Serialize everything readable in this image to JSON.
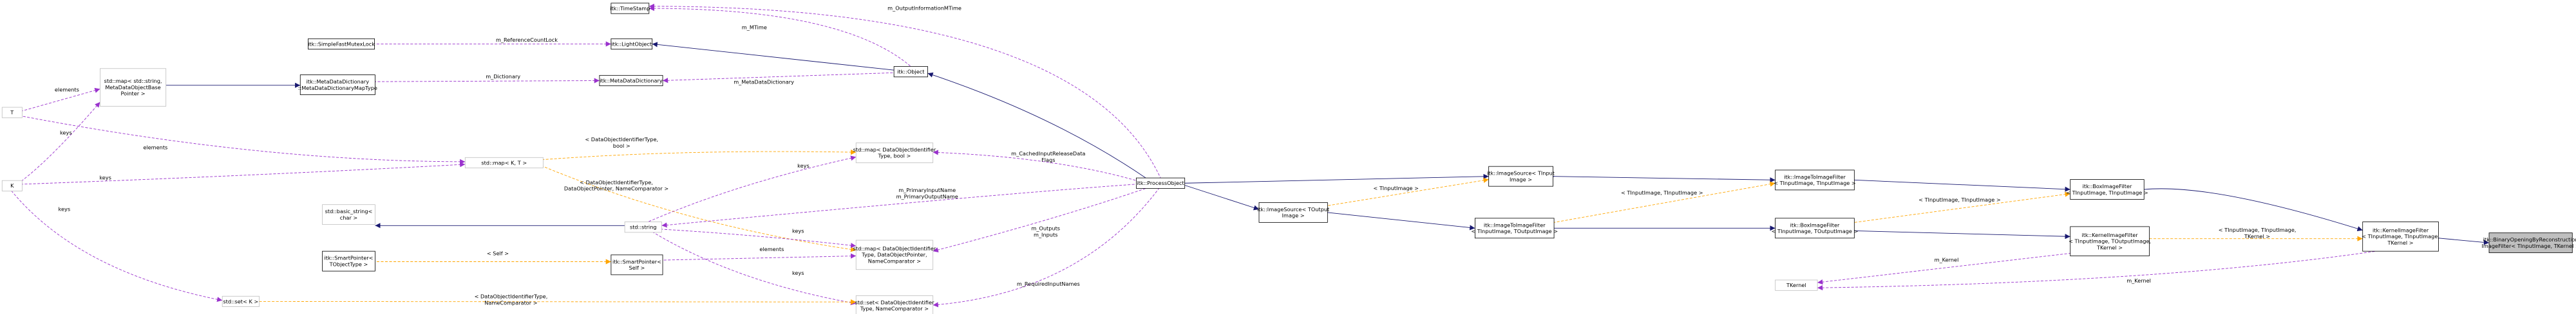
{
  "nodes": [
    {
      "id": "timestamp",
      "lines": [
        "itk::TimeStamp"
      ],
      "ext": false
    },
    {
      "id": "simplefastmutexlock",
      "lines": [
        "itk::SimpleFastMutexLock"
      ],
      "ext": false
    },
    {
      "id": "lightobject",
      "lines": [
        "itk::LightObject"
      ],
      "ext": false
    },
    {
      "id": "metadatadictionary",
      "lines": [
        "itk::MetaDataDictionary"
      ],
      "ext": false
    },
    {
      "id": "object",
      "lines": [
        "itk::Object"
      ],
      "ext": false
    },
    {
      "id": "mdd_maptype",
      "lines": [
        "itk::MetaDataDictionary",
        "::MetaDataDictionaryMapType"
      ],
      "ext": false
    },
    {
      "id": "std_map_mdob",
      "lines": [
        "std::map< std::string,",
        "MetaDataObjectBase",
        "Pointer >"
      ],
      "ext": true
    },
    {
      "id": "T",
      "lines": [
        "T"
      ],
      "ext": true
    },
    {
      "id": "K",
      "lines": [
        "K"
      ],
      "ext": true
    },
    {
      "id": "std_map_kt",
      "lines": [
        "std::map< K, T >"
      ],
      "ext": true
    },
    {
      "id": "std_map_bool",
      "lines": [
        "std::map< DataObjectIdentifier",
        "Type, bool >"
      ],
      "ext": true
    },
    {
      "id": "basic_string",
      "lines": [
        "std::basic_string<",
        "char >"
      ],
      "ext": true
    },
    {
      "id": "std_string",
      "lines": [
        "std::string"
      ],
      "ext": true
    },
    {
      "id": "smartpointer_dataobj",
      "lines": [
        "itk::SmartPointer<",
        "TObjectType >"
      ],
      "ext": false
    },
    {
      "id": "smartpointer_self",
      "lines": [
        "itk::SmartPointer<",
        "Self >"
      ],
      "ext": false
    },
    {
      "id": "std_map_dop",
      "lines": [
        "std::map< DataObjectIdentifier",
        "Type, DataObjectPointer,",
        "NameComparator >"
      ],
      "ext": true
    },
    {
      "id": "std_set_k",
      "lines": [
        "std::set< K >"
      ],
      "ext": true
    },
    {
      "id": "std_set_doi",
      "lines": [
        "std::set< DataObjectIdentifier",
        "Type, NameComparator >"
      ],
      "ext": true
    },
    {
      "id": "processobject",
      "lines": [
        "itk::ProcessObject"
      ],
      "ext": false
    },
    {
      "id": "imagesource_in",
      "lines": [
        "itk::ImageSource< TInput",
        "Image >"
      ],
      "ext": false
    },
    {
      "id": "imagesource_out",
      "lines": [
        "itk::ImageSource< TOutput",
        "Image >"
      ],
      "ext": false
    },
    {
      "id": "i2i_in",
      "lines": [
        "itk::ImageToImageFilter",
        "< TInputImage, TInputImage >"
      ],
      "ext": false
    },
    {
      "id": "i2i_out",
      "lines": [
        "itk::ImageToImageFilter",
        "< TInputImage, TOutputImage >"
      ],
      "ext": false
    },
    {
      "id": "box_in",
      "lines": [
        "itk::BoxImageFilter",
        "< TInputImage, TInputImage >"
      ],
      "ext": false
    },
    {
      "id": "box_out",
      "lines": [
        "itk::BoxImageFilter",
        "< TInputImage, TOutputImage >"
      ],
      "ext": false
    },
    {
      "id": "kernel_tmpl",
      "lines": [
        "itk::KernelImageFilter",
        "< TInputImage, TOutputImage,",
        "TKernel >"
      ],
      "ext": false
    },
    {
      "id": "kernel_inst",
      "lines": [
        "itk::KernelImageFilter",
        "< TInputImage, TInputImage,",
        "TKernel >"
      ],
      "ext": false
    },
    {
      "id": "tkernel",
      "lines": [
        "TKernel"
      ],
      "ext": true
    },
    {
      "id": "focus",
      "lines": [
        "itk::BinaryOpeningByReconstruction",
        "ImageFilter< TInputImage, TKernel >"
      ],
      "ext": false,
      "focus": true
    }
  ],
  "edges": [
    {
      "id": "e_mtime_obj",
      "kind": "use",
      "label": [
        "m_MTime"
      ]
    },
    {
      "id": "e_outinfo_po",
      "kind": "use",
      "label": [
        "m_OutputInformationMTime"
      ]
    },
    {
      "id": "e_lock_lo",
      "kind": "use",
      "label": [
        "m_ReferenceCountLock"
      ]
    },
    {
      "id": "e_lo_obj",
      "kind": "inherit",
      "label": []
    },
    {
      "id": "e_mdd_obj",
      "kind": "use",
      "label": [
        "m_MetaDataDictionary"
      ]
    },
    {
      "id": "e_obj_po",
      "kind": "inherit",
      "label": []
    },
    {
      "id": "e_map_mdd",
      "kind": "use",
      "label": [
        "m_Dictionary"
      ]
    },
    {
      "id": "e_stdmap_map",
      "kind": "inherit",
      "label": []
    },
    {
      "id": "e_T_stdmap",
      "kind": "use",
      "label": [
        "elements"
      ]
    },
    {
      "id": "e_T_mapkt",
      "kind": "use",
      "label": [
        "elements"
      ]
    },
    {
      "id": "e_K_stdmap",
      "kind": "use",
      "label": [
        "keys"
      ]
    },
    {
      "id": "e_K_mapkt",
      "kind": "use",
      "label": [
        "keys"
      ]
    },
    {
      "id": "e_K_setk",
      "kind": "use",
      "label": [
        "keys"
      ]
    },
    {
      "id": "e_mapkt_bool",
      "kind": "tmpl",
      "label": [
        "< DataObjectIdentifierType,",
        "bool >"
      ]
    },
    {
      "id": "e_mapkt_dop",
      "kind": "tmpl",
      "label": [
        "< DataObjectIdentifierType,",
        "DataObjectPointer, NameComparator >"
      ]
    },
    {
      "id": "e_bool_po",
      "kind": "use",
      "label": [
        "m_CachedInputReleaseData",
        "Flags"
      ]
    },
    {
      "id": "e_basic_str",
      "kind": "inherit",
      "label": []
    },
    {
      "id": "e_str_bool",
      "kind": "use",
      "label": [
        "keys"
      ]
    },
    {
      "id": "e_str_po",
      "kind": "use",
      "label": [
        "m_PrimaryInputName",
        "m_PrimaryOutputName"
      ]
    },
    {
      "id": "e_str_dop",
      "kind": "use",
      "label": [
        "keys"
      ]
    },
    {
      "id": "e_str_doi",
      "kind": "use",
      "label": [
        "keys"
      ]
    },
    {
      "id": "e_sp_tmpl",
      "kind": "tmpl",
      "label": [
        "< Self >"
      ]
    },
    {
      "id": "e_sp_dop",
      "kind": "use",
      "label": [
        "elements"
      ]
    },
    {
      "id": "e_dop_po",
      "kind": "use",
      "label": [
        "m_Outputs",
        "m_Inputs"
      ]
    },
    {
      "id": "e_setk_doi",
      "kind": "tmpl",
      "label": [
        "< DataObjectIdentifierType,",
        "NameComparator >"
      ]
    },
    {
      "id": "e_doi_po",
      "kind": "use",
      "label": [
        "m_RequiredInputNames"
      ]
    },
    {
      "id": "e_po_isin",
      "kind": "inherit",
      "label": []
    },
    {
      "id": "e_po_isout",
      "kind": "inherit",
      "label": []
    },
    {
      "id": "e_isout_isin",
      "kind": "tmpl",
      "label": [
        "< TInputImage >"
      ]
    },
    {
      "id": "e_isin_i2iin",
      "kind": "inherit",
      "label": []
    },
    {
      "id": "e_isout_i2iout",
      "kind": "inherit",
      "label": []
    },
    {
      "id": "e_i2iout_i2iin",
      "kind": "tmpl",
      "label": [
        "< TInputImage, TInputImage >"
      ]
    },
    {
      "id": "e_i2iin_boxin",
      "kind": "inherit",
      "label": []
    },
    {
      "id": "e_i2iout_boxout",
      "kind": "inherit",
      "label": []
    },
    {
      "id": "e_boxout_boxin",
      "kind": "tmpl",
      "label": [
        "< TInputImage, TInputImage >"
      ]
    },
    {
      "id": "e_boxin_kinst",
      "kind": "inherit",
      "label": []
    },
    {
      "id": "e_boxout_ktmpl",
      "kind": "inherit",
      "label": []
    },
    {
      "id": "e_ktmpl_kinst",
      "kind": "tmpl",
      "label": [
        "< TInputImage, TInputImage,",
        "TKernel >"
      ]
    },
    {
      "id": "e_tkernel_ktmpl",
      "kind": "use",
      "label": [
        "m_Kernel"
      ]
    },
    {
      "id": "e_tkernel_kinst",
      "kind": "use",
      "label": [
        "m_Kernel"
      ]
    },
    {
      "id": "e_kinst_focus",
      "kind": "inherit",
      "label": []
    }
  ],
  "legend_colors": {
    "inherit": "#191970",
    "use": "#9a32cd",
    "template": "#ffa500",
    "focus_fill": "#bfbfbf"
  }
}
